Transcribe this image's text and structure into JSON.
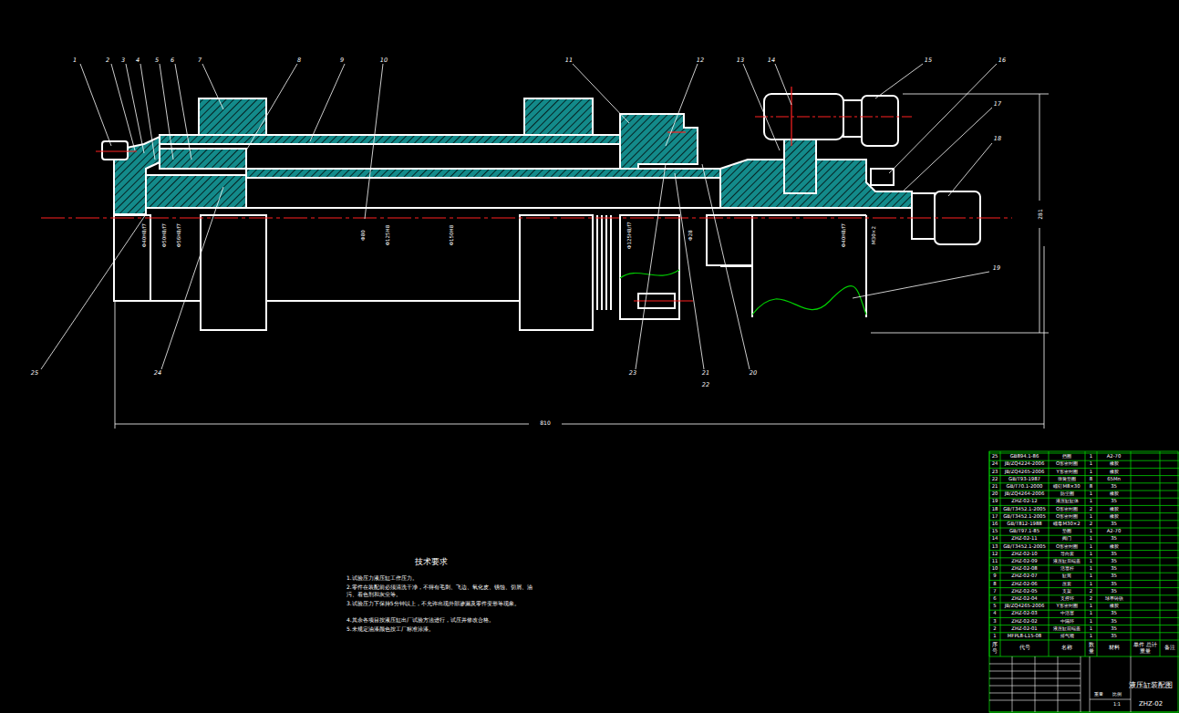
{
  "diagram": {
    "labels": [
      "1",
      "2",
      "3",
      "4",
      "5",
      "6",
      "7",
      "8",
      "9",
      "10",
      "11",
      "12",
      "13",
      "14",
      "15",
      "16",
      "17",
      "18",
      "19",
      "20",
      "21",
      "22",
      "23",
      "24",
      "25",
      "810",
      "281",
      "Φ40H8/f7",
      "Φ50H8/f7",
      "Φ56H8/f7",
      "Φ80",
      "Φ125H8",
      "Φ150H8",
      "Φ125H8/f7",
      "Φ28",
      "Φ40H8/f7",
      "M30×2",
      "技术要求",
      "1.试验压力液压缸工作压力。",
      "2.零件在装配前必须清洗干净，不得有毛刺、飞边、氧化皮、锈蚀、切屑、油污、着色剂和灰尘等。",
      "3.试验压力下保持5分钟以上，不允许出现外部渗漏及零件变形等现象。",
      "4.其余各项目按液压缸出厂试验方法进行，试压并修改合格。",
      "5.未规定油漆颜色按工厂标准涂漆。",
      "25",
      "GB894.1-86",
      "挡圈",
      "1",
      "A2-70",
      "24",
      "JB/ZQ4224-2006",
      "O形密封圈",
      "1",
      "橡胶",
      "23",
      "JB/ZQ4265-2006",
      "Y形密封圈",
      "1",
      "橡胶",
      "22",
      "GB/T93-1987",
      "弹簧垫圈",
      "8",
      "65Mn",
      "21",
      "GB/T70.1-2000",
      "螺钉M8×30",
      "8",
      "35",
      "20",
      "JB/ZQ4264-2006",
      "防尘圈",
      "1",
      "橡胶",
      "19",
      "ZHZ-02-12",
      "液压缸缸体",
      "1",
      "35",
      "18",
      "GB/T3452.1-2005",
      "O形密封圈",
      "2",
      "橡胶",
      "17",
      "GB/T3452.1-2005",
      "O形密封圈",
      "1",
      "橡胶",
      "16",
      "GB/T812-1988",
      "螺母M30×2",
      "2",
      "35",
      "15",
      "GB/T97.1-85",
      "垫圈",
      "1",
      "A2-70",
      "14",
      "ZHZ-02-11",
      "阀门",
      "1",
      "35",
      "13",
      "GB/T3452.1-2005",
      "O形密封圈",
      "1",
      "橡胶",
      "12",
      "ZHZ-02-10",
      "导向套",
      "1",
      "35",
      "11",
      "ZHZ-02-09",
      "液压缸后端盖",
      "1",
      "35",
      "10",
      "ZHZ-02-08",
      "活塞杆",
      "1",
      "35",
      "9",
      "ZHZ-02-07",
      "缸筒",
      "1",
      "35",
      "8",
      "ZHZ-02-06",
      "压套",
      "1",
      "35",
      "7",
      "ZHZ-02-05",
      "支架",
      "2",
      "35",
      "6",
      "ZHZ-02-04",
      "支撑环",
      "2",
      "球墨铸铁",
      "5",
      "JB/ZQ4265-2006",
      "Y形密封圈",
      "1",
      "橡胶",
      "4",
      "ZHZ-02-03",
      "中活塞",
      "1",
      "35",
      "3",
      "ZHZ-02-02",
      "中隔环",
      "1",
      "35",
      "2",
      "ZHZ-02-01",
      "液压缸前端盖",
      "1",
      "35",
      "1",
      "MFPL8-L15-08",
      "排气嘴",
      "1",
      "35",
      "序号",
      "代号",
      "名称",
      "数量",
      "材料",
      "单件 总计 重量",
      "备注",
      "液压缸装配图",
      "ZHZ-02",
      "1:1",
      "比例",
      "重量"
    ]
  }
}
